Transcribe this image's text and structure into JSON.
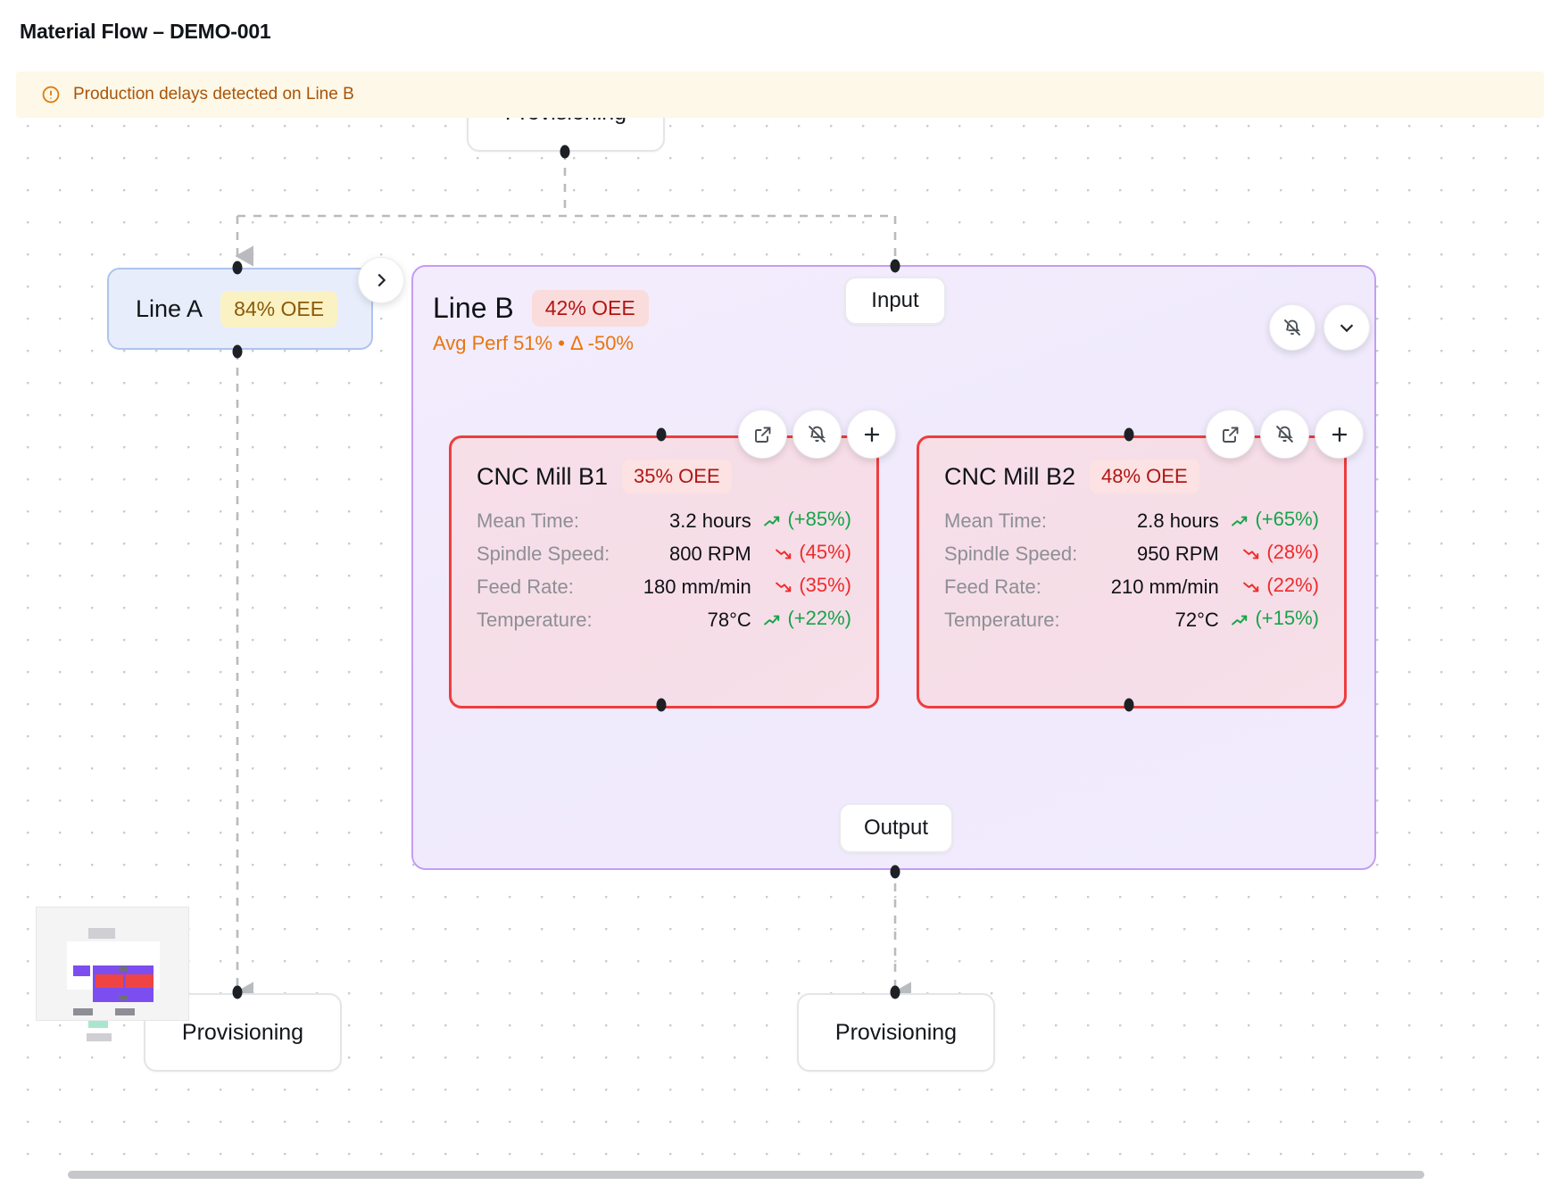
{
  "header": {
    "title": "Material Flow – DEMO-001"
  },
  "alert": {
    "icon": "alert-circle-icon",
    "text": "Production delays detected on Line B",
    "bg_color": "#fdf8e7",
    "text_color": "#a8540a"
  },
  "canvas": {
    "top_node": {
      "label": "Provisioning"
    },
    "bottom_nodes": [
      {
        "label": "Provisioning"
      },
      {
        "label": "Provisioning"
      }
    ],
    "io_chips": [
      {
        "label": "Input"
      },
      {
        "label": "Output"
      }
    ],
    "line_a": {
      "title": "Line A",
      "oee_badge": "84% OEE",
      "badge_bg": "#fbf2c4",
      "badge_color": "#8a5a09",
      "expand_icon": "chevron-right-icon"
    },
    "line_b": {
      "title": "Line B",
      "oee_badge": "42% OEE",
      "badge_bg": "#fbdcdc",
      "badge_color": "#b01616",
      "subtitle": "Avg Perf 51% • Δ -50%",
      "subtitle_color": "#e8760f",
      "actions": [
        {
          "icon": "bell-off-icon"
        },
        {
          "icon": "chevron-down-icon"
        }
      ],
      "machines": [
        {
          "title": "CNC Mill B1",
          "oee_badge": "35% OEE",
          "actions": [
            {
              "icon": "external-link-icon"
            },
            {
              "icon": "bell-off-icon"
            },
            {
              "icon": "plus-icon"
            }
          ],
          "metrics": [
            {
              "label": "Mean Time:",
              "value": "3.2 hours",
              "trend": "(+85%)",
              "direction": "up"
            },
            {
              "label": "Spindle Speed:",
              "value": "800 RPM",
              "trend": "(45%)",
              "direction": "down"
            },
            {
              "label": "Feed Rate:",
              "value": "180 mm/min",
              "trend": "(35%)",
              "direction": "down"
            },
            {
              "label": "Temperature:",
              "value": "78°C",
              "trend": "(+22%)",
              "direction": "up"
            }
          ]
        },
        {
          "title": "CNC Mill B2",
          "oee_badge": "48% OEE",
          "actions": [
            {
              "icon": "external-link-icon"
            },
            {
              "icon": "bell-off-icon"
            },
            {
              "icon": "plus-icon"
            }
          ],
          "metrics": [
            {
              "label": "Mean Time:",
              "value": "2.8 hours",
              "trend": "(+65%)",
              "direction": "up"
            },
            {
              "label": "Spindle Speed:",
              "value": "950 RPM",
              "trend": "(28%)",
              "direction": "down"
            },
            {
              "label": "Feed Rate:",
              "value": "210 mm/min",
              "trend": "(22%)",
              "direction": "down"
            },
            {
              "label": "Temperature:",
              "value": "72°C",
              "trend": "(+15%)",
              "direction": "up"
            }
          ]
        }
      ]
    },
    "colors": {
      "group_border": "#c49df4",
      "group_bg": "#f1ebfd",
      "machine_border": "#ef3d3d",
      "machine_bg": "#f7dfe8",
      "line_a_border": "#aec4ee",
      "line_a_bg": "#e8edfb",
      "trend_up": "#16a34a",
      "trend_down": "#ef2b2b",
      "edge": "#b9bbbe"
    }
  }
}
